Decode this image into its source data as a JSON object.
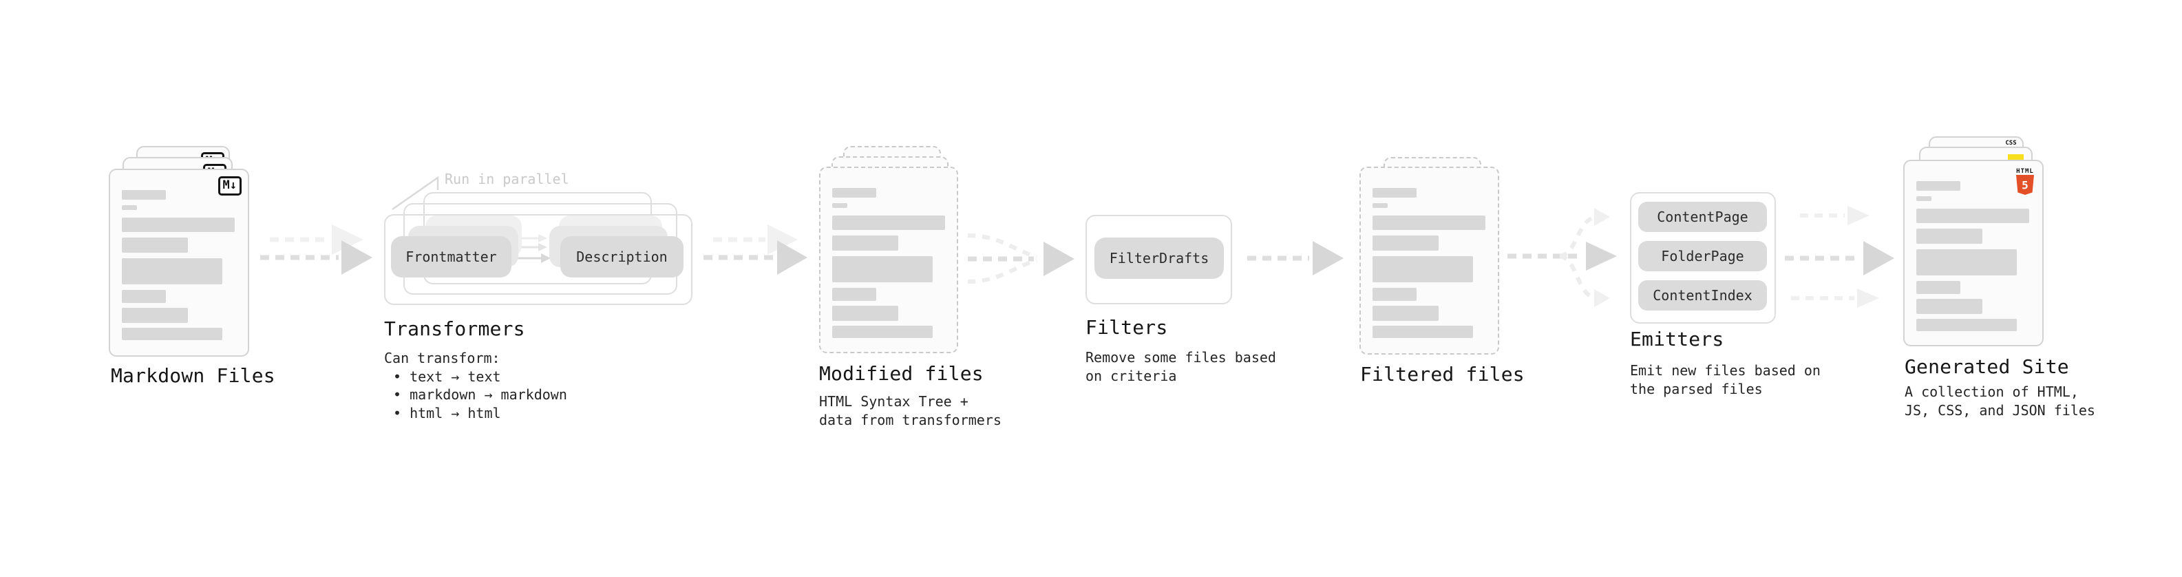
{
  "annotation": {
    "run_in_parallel": "Run in parallel"
  },
  "stages": {
    "markdown": {
      "title": "Markdown Files"
    },
    "transformers": {
      "title": "Transformers",
      "desc_heading": "Can transform:",
      "bullets": [
        "• text → text",
        "• markdown → markdown",
        "• html → html"
      ],
      "pills": {
        "from": "Frontmatter",
        "to": "Description"
      }
    },
    "modified": {
      "title": "Modified files",
      "desc": "HTML Syntax Tree +\ndata from transformers"
    },
    "filters": {
      "title": "Filters",
      "desc": "Remove some files based\non criteria",
      "pill": "FilterDrafts"
    },
    "filtered": {
      "title": "Filtered files"
    },
    "emitters": {
      "title": "Emitters",
      "desc": "Emit new files based on\nthe parsed files",
      "pills": [
        "ContentPage",
        "FolderPage",
        "ContentIndex"
      ]
    },
    "generated": {
      "title": "Generated Site",
      "desc": "A collection of HTML,\nJS, CSS, and JSON files"
    }
  },
  "icons": {
    "markdown_badge_label": "M↓",
    "html5_label": "HTML",
    "html5_number": "5",
    "css_label": "CSS"
  },
  "colors": {
    "html5_orange": "#e34f26",
    "js_yellow": "#f7df1e",
    "css_blue": "#2962e9"
  }
}
